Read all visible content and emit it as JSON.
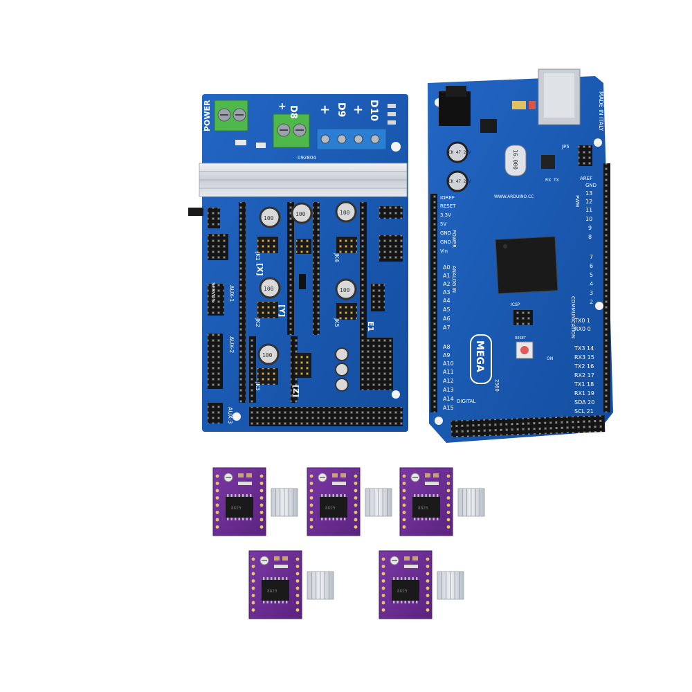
{
  "ramps": {
    "power_label": "POWER",
    "d8_label": "D8",
    "d9_label": "D9",
    "d10_label": "D10",
    "plus": "+",
    "axis_x": "[X]",
    "axis_y": "[Y]",
    "axis_z": "[Z]",
    "e1_label": "E1",
    "servos_label": "SERVOS",
    "aux1_label": "AUX-1",
    "aux2_label": "AUX-2",
    "aux3_label": "AUX-3",
    "jumper_labels": [
      "JK1",
      "JK2",
      "JK3",
      "JK4",
      "JK5"
    ],
    "serial_code": "092804",
    "cap_text": "100"
  },
  "mega": {
    "made_in": "MADE IN ITALY",
    "crystal": "16.000",
    "cap_text_1": "CK 47 25V",
    "cap_text_2": "CK 47 25V",
    "website": "WWW.ARDUINO.CC",
    "mega_label": "MEGA",
    "model": "2560",
    "digital_label": "DIGITAL",
    "icsp_label": "ICSP",
    "reset_label": "RESET",
    "power_section": "POWER",
    "analog_label": "ANALOG IN",
    "communication_label": "COMMUNICATION",
    "pwm_label": "PWM",
    "jp5_label": "JP5",
    "aref": "AREF",
    "gnd": "GND",
    "left_pins": [
      "IOREF",
      "RESET",
      "3.3V",
      "5V",
      "GND",
      "GND",
      "Vin"
    ],
    "analog_pins": [
      "A0",
      "A1",
      "A2",
      "A3",
      "A4",
      "A5",
      "A6",
      "A7",
      "A8",
      "A9",
      "A10",
      "A11",
      "A12",
      "A13",
      "A14",
      "A15"
    ],
    "pwm_pins": [
      "13",
      "12",
      "11",
      "10",
      "9",
      "8",
      "7",
      "6",
      "5",
      "4",
      "3",
      "2"
    ],
    "comm_pins": [
      "TX0 1",
      "RX0 0",
      "TX3 14",
      "RX3 15",
      "TX2 16",
      "RX2 17",
      "TX1 18",
      "RX1 19",
      "SDA 20",
      "SCL 21"
    ],
    "tx_label": "TX",
    "rx_label": "RX",
    "on_label": "ON"
  },
  "drivers": {
    "count": 5,
    "chip_text": "8825"
  },
  "colors": {
    "pcb_blue": "#1a5fb8",
    "pcb_dark": "#0f3e85",
    "driver_purple": "#6b2d8f",
    "terminal_green": "#4fb84a",
    "terminal_blue": "#2a7fd4",
    "heatsink": "#d8dce2"
  }
}
